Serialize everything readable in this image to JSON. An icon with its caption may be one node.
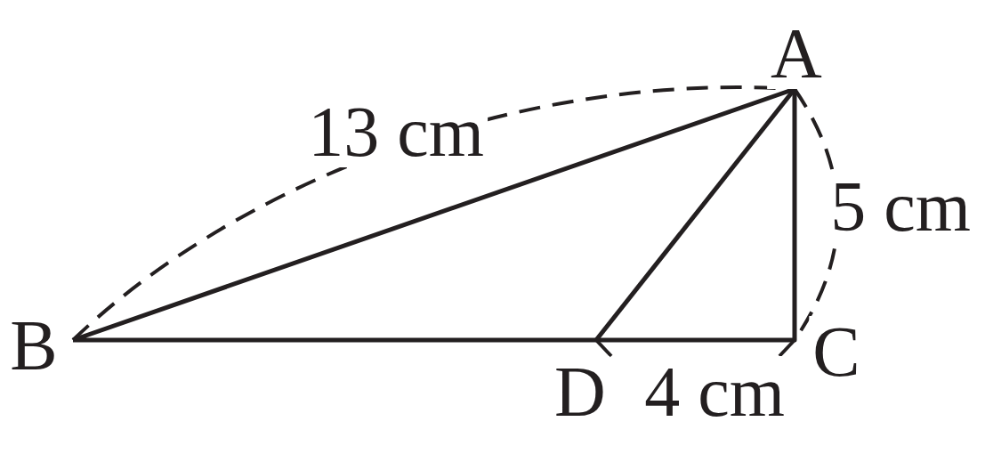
{
  "diagram": {
    "labels": [
      "A",
      "13 cm",
      "5 cm",
      "B",
      "C",
      "D",
      "4 cm"
    ]
  }
}
